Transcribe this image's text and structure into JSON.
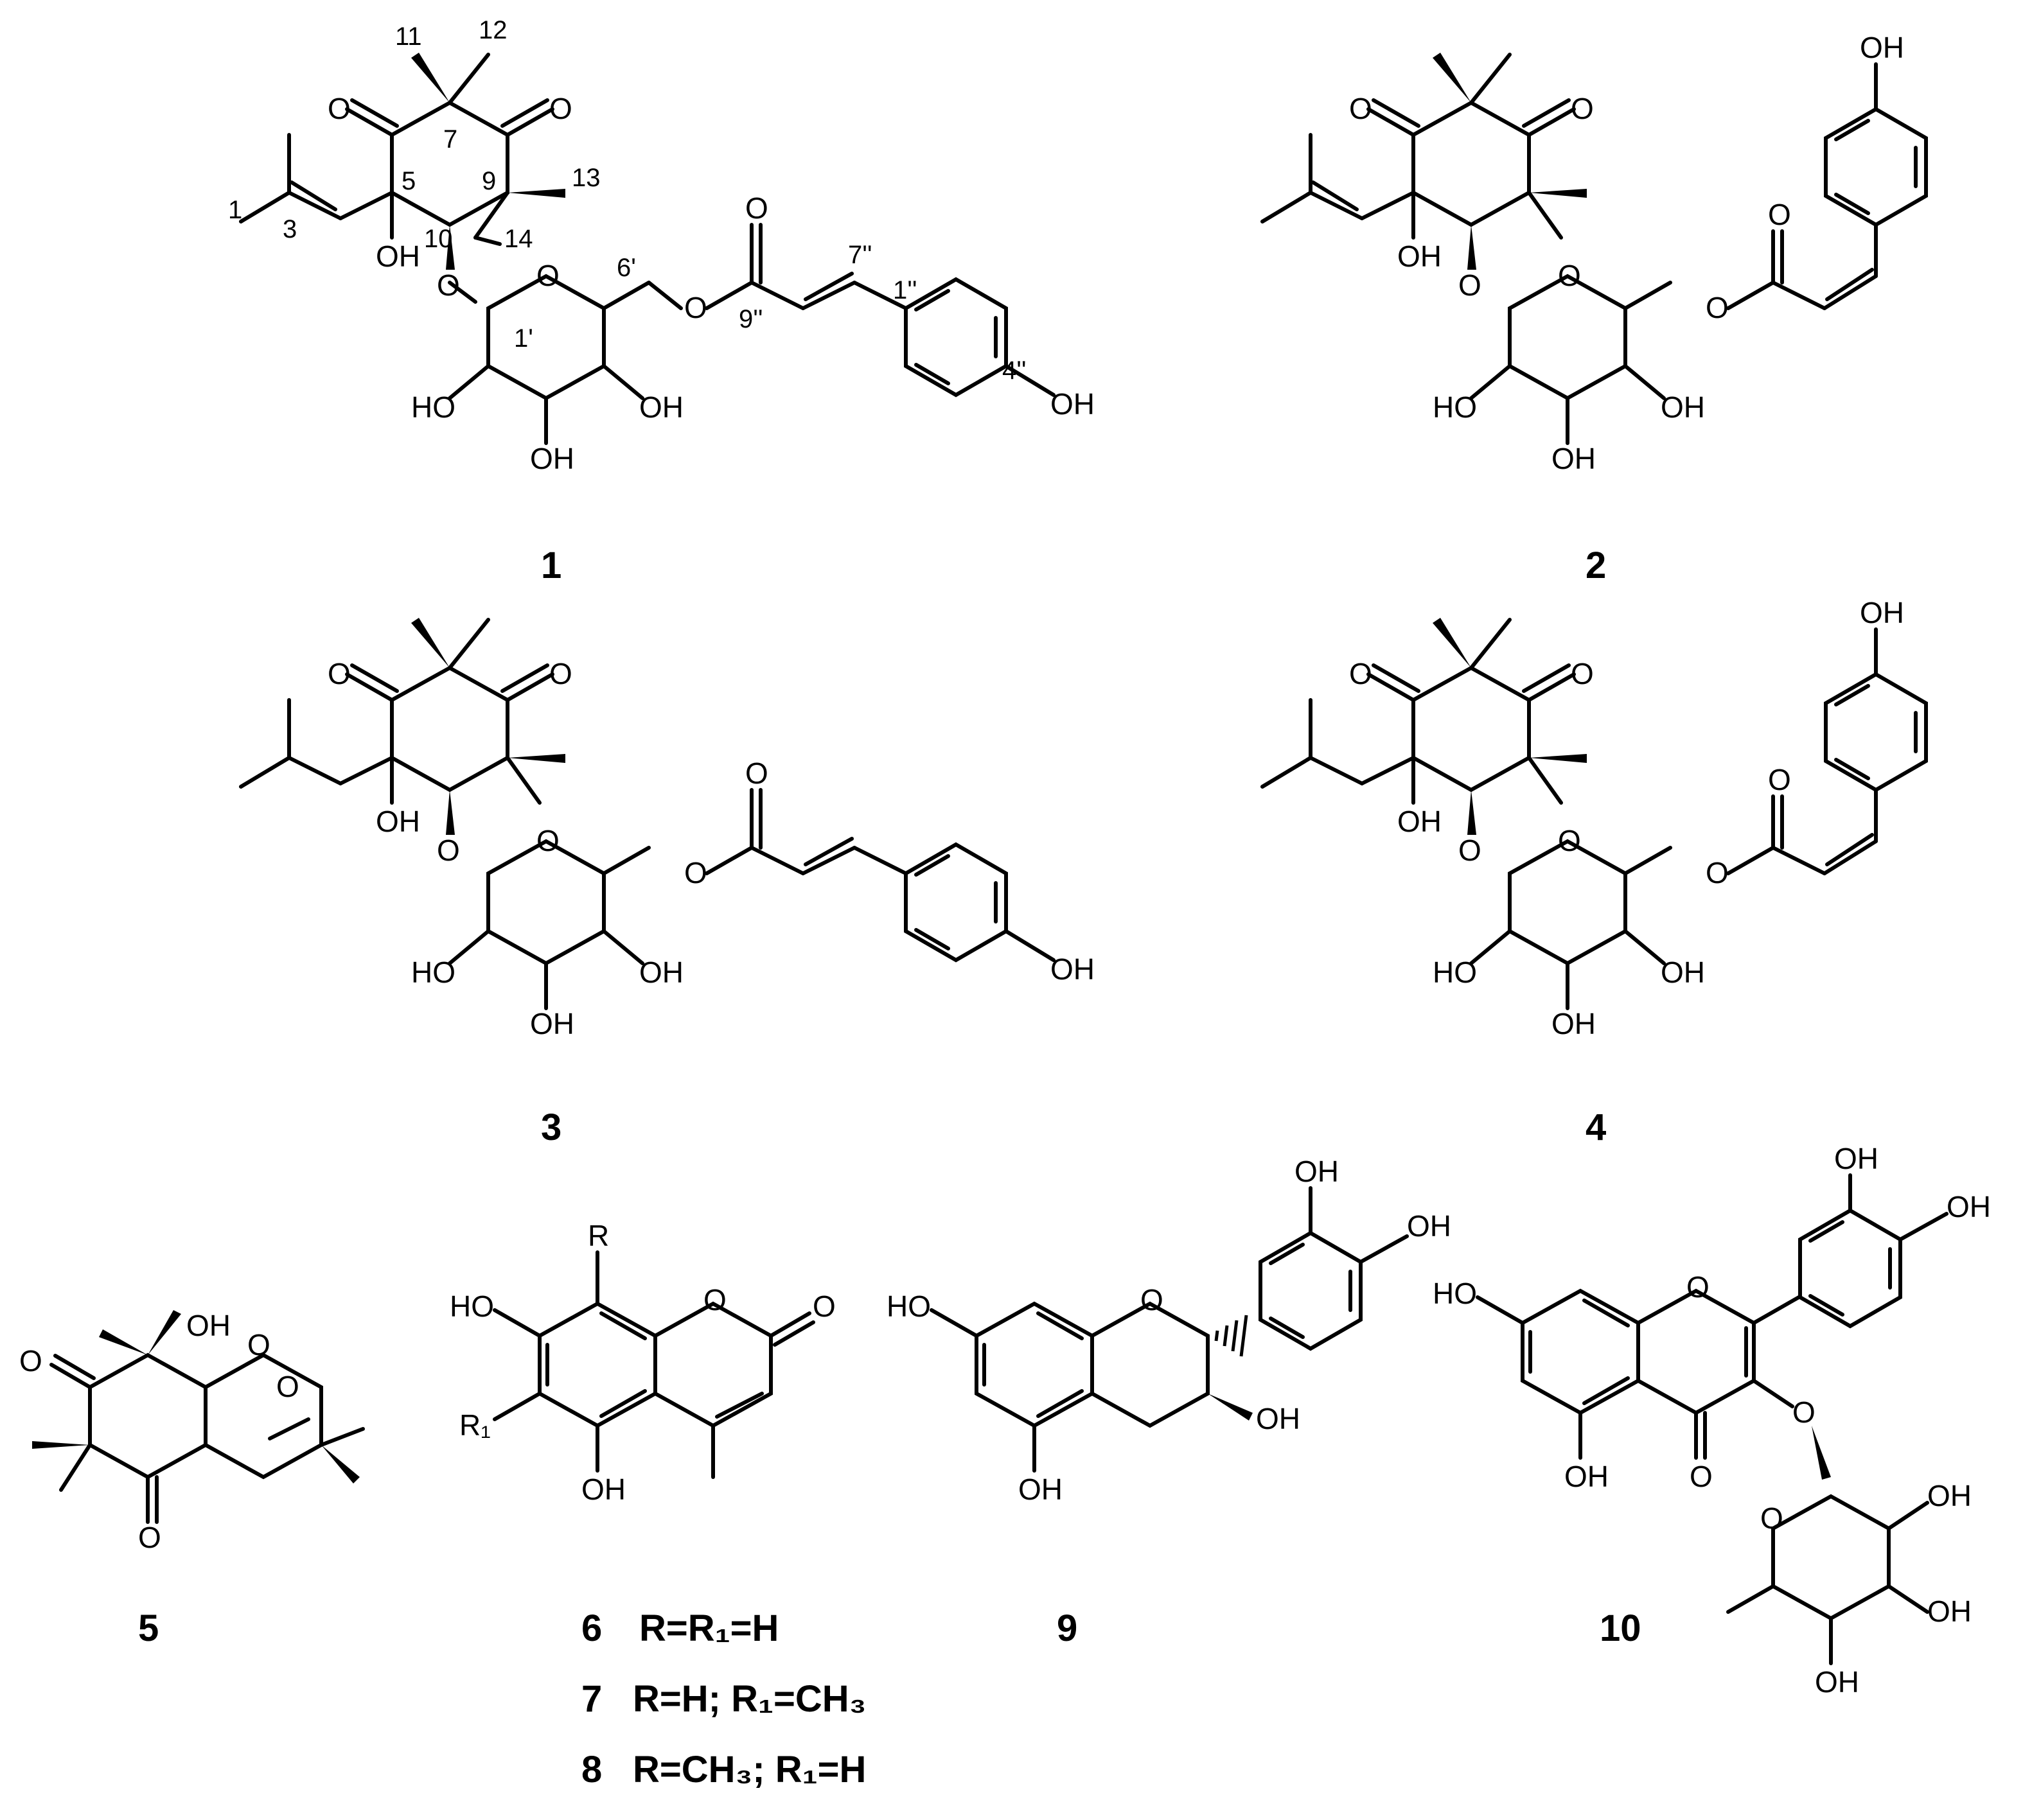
{
  "figure": {
    "compounds": [
      {
        "id": "1",
        "label": "1"
      },
      {
        "id": "2",
        "label": "2"
      },
      {
        "id": "3",
        "label": "3"
      },
      {
        "id": "4",
        "label": "4"
      },
      {
        "id": "5",
        "label": "5"
      },
      {
        "id": "6",
        "label": "6",
        "substituents": "R=R₁=H"
      },
      {
        "id": "7",
        "label": "7",
        "substituents": "R=H; R₁=CH₃"
      },
      {
        "id": "8",
        "label": "8",
        "substituents": "R=CH₃; R₁=H"
      },
      {
        "id": "9",
        "label": "9"
      },
      {
        "id": "10",
        "label": "10"
      }
    ],
    "atoms": {
      "o": "O",
      "oh": "OH",
      "ho": "HO",
      "r": "R",
      "r1": "R₁"
    },
    "locants": [
      "1",
      "3",
      "5",
      "7",
      "9",
      "10",
      "11",
      "12",
      "13",
      "14",
      "1'",
      "6'",
      "1''",
      "4''",
      "7''",
      "9''"
    ]
  }
}
